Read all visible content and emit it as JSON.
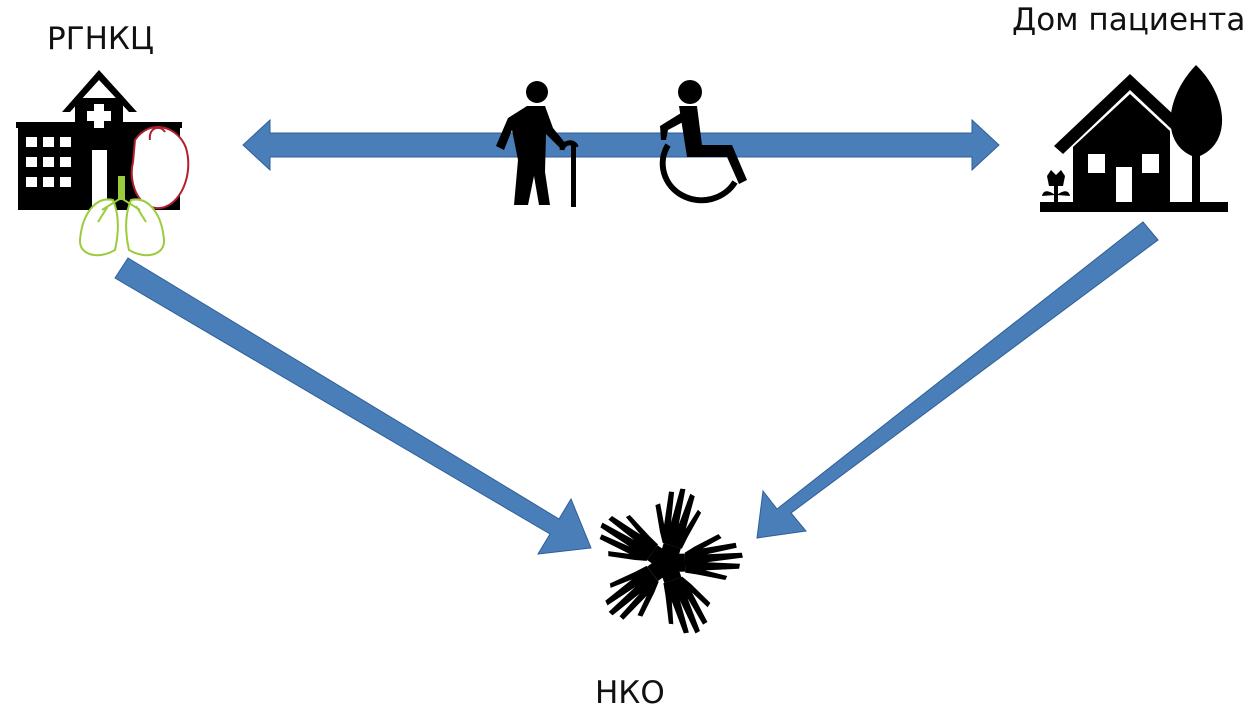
{
  "nodes": {
    "hospital": {
      "label": "РГНКЦ",
      "icon": "hospital-icon"
    },
    "home": {
      "label": "Дом пациента",
      "icon": "house-icon"
    },
    "nko": {
      "label": "НКО",
      "icon": "hands-circle-icon"
    }
  },
  "patients": {
    "icons": [
      "elderly-person-cane-icon",
      "wheelchair-user-icon"
    ]
  },
  "colors": {
    "arrow": "#4a7eb9",
    "arrow_edge": "#2f5f97",
    "icon": "#000000",
    "lungs": "#9acc3c",
    "heart": "#b01e2d"
  }
}
